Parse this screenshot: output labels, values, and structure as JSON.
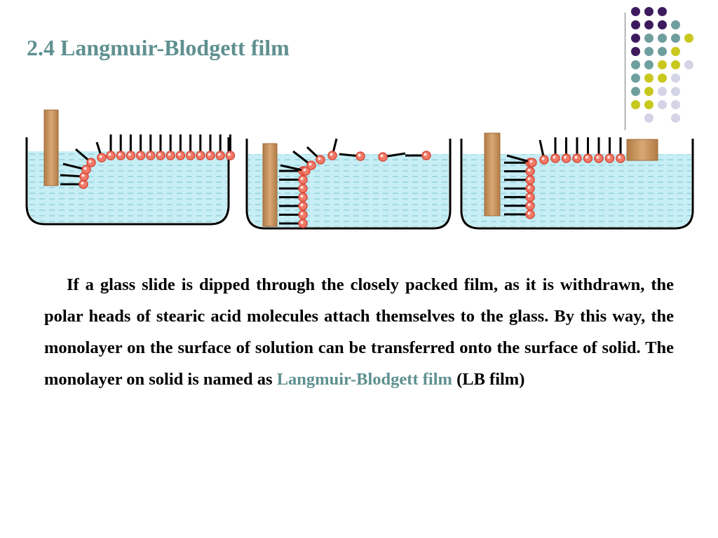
{
  "slide": {
    "title": "2.4 Langmuir-Blodgett film",
    "paragraph": {
      "text_before": "If a glass slide is dipped through the closely packed film, as it is withdrawn, the polar heads of stearic acid molecules attach themselves to the glass. By this way, the monolayer on the surface of solution can be transferred onto the surface of solid. The monolayer on solid is named as ",
      "highlight": "Langmuir-Blodgett film",
      "text_after": " (LB film)"
    }
  },
  "colors": {
    "title": "#5f9090",
    "highlight": "#5f9090",
    "water": "#c6eef4",
    "slide_wood": "#c48f5a",
    "polar_head": "#f07a68",
    "dot_purple": "#3d1a5e",
    "dot_teal": "#6f9e9e",
    "dot_yellow": "#c8c81e",
    "dot_lavender": "#d4d4e6"
  },
  "decoration": {
    "dot_grid": [
      [
        "purple",
        "purple",
        "purple",
        "",
        ""
      ],
      [
        "purple",
        "purple",
        "purple",
        "teal",
        ""
      ],
      [
        "purple",
        "teal",
        "teal",
        "teal",
        "yellow"
      ],
      [
        "purple",
        "teal",
        "teal",
        "yellow",
        ""
      ],
      [
        "teal",
        "teal",
        "yellow",
        "yellow",
        "lavender"
      ],
      [
        "teal",
        "yellow",
        "yellow",
        "lavender",
        ""
      ],
      [
        "teal",
        "yellow",
        "lavender",
        "lavender",
        ""
      ],
      [
        "yellow",
        "yellow",
        "lavender",
        "lavender",
        ""
      ],
      [
        "",
        "lavender",
        "",
        "lavender",
        ""
      ]
    ]
  }
}
